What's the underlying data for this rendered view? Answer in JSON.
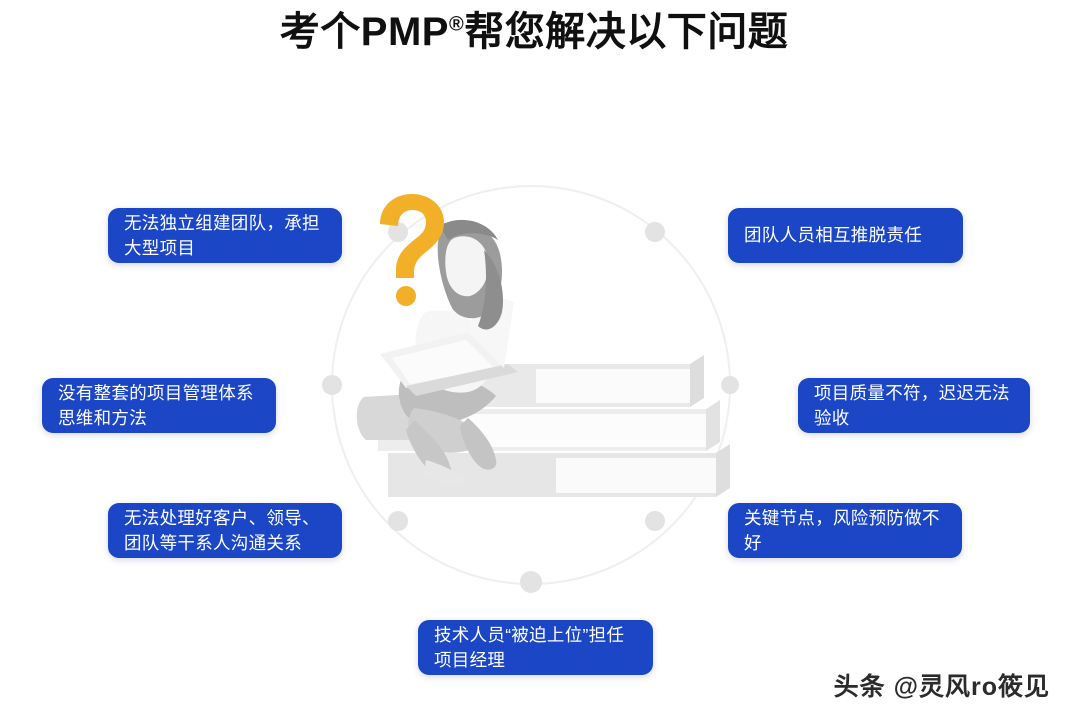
{
  "page": {
    "background_color": "#ffffff",
    "accent_color": "#1B46C6",
    "question_mark_color": "#F2B028",
    "dot_color": "#E3E3E3"
  },
  "header": {
    "title_main": "考个PMP",
    "title_registered": "®",
    "title_rest": "帮您解决以下问题"
  },
  "illustration": {
    "name": "person-sitting-on-books-with-laptop",
    "question_mark": "?",
    "books_count": 3
  },
  "callouts": [
    {
      "id": "tl",
      "text": "无法独立组建团队，承担大型项目"
    },
    {
      "id": "tr",
      "text": "团队人员相互推脱责任"
    },
    {
      "id": "ml",
      "text": "没有整套的项目管理体系思维和方法"
    },
    {
      "id": "mr",
      "text": "项目质量不符，迟迟无法验收"
    },
    {
      "id": "bl",
      "text": "无法处理好客户、领导、团队等干系人沟通关系"
    },
    {
      "id": "br",
      "text": "关键节点，风险预防做不好"
    },
    {
      "id": "bc",
      "text": "技术人员“被迫上位”担任项目经理"
    }
  ],
  "watermark": {
    "text": "头条 @灵风ro筱见"
  }
}
